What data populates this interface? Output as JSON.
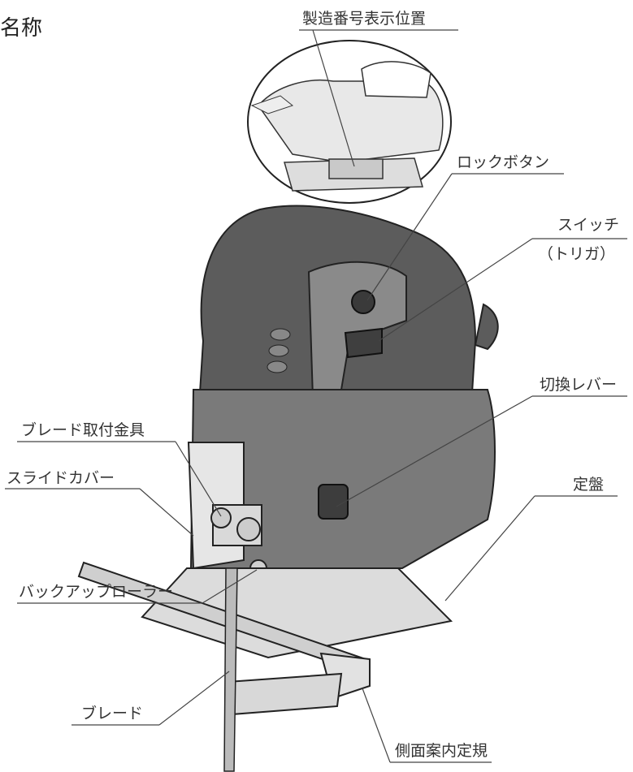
{
  "title": "名称",
  "labels": {
    "serial_position": "製造番号表示位置",
    "lock_button": "ロックボタン",
    "switch": "スイッチ",
    "trigger": "（トリガ）",
    "change_lever": "切換レバー",
    "blade_holder": "ブレード取付金具",
    "slide_cover": "スライドカバー",
    "base": "定盤",
    "backup_roller": "バックアップローラー",
    "blade": "ブレード",
    "side_guide": "側面案内定規"
  }
}
